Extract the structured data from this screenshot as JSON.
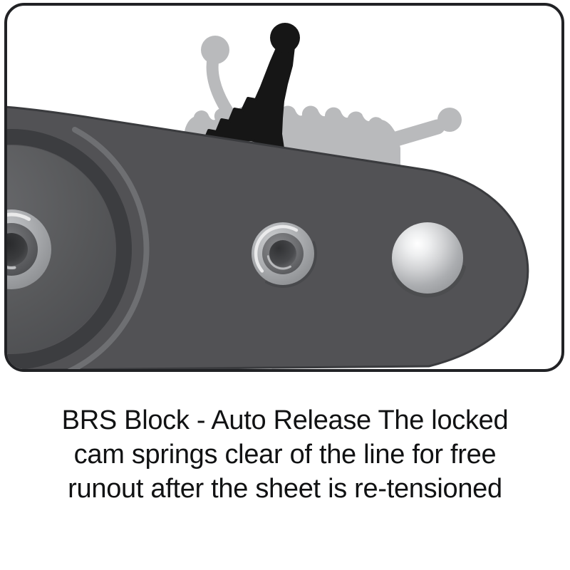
{
  "page": {
    "background_color": "#ffffff"
  },
  "figure": {
    "border_color": "#212225",
    "background_color": "#ffffff",
    "illustration": {
      "description": "block body with sheave hub, center rivet, ball stud; black release cam lever sprung upward with gray sprung-cam ghost shape behind",
      "body_color": "#525255",
      "body_outline_color": "#3a3b3e",
      "sprung_cam_color": "#b9babc",
      "release_cam_color": "#161616",
      "sheave_ring_dark_color": "#3c3d40",
      "sheave_ring_light_color": "#6e6f72",
      "metal_light_color": "#b7b9bc",
      "metal_mid_color": "#67686b",
      "metal_dark_color": "#38393c",
      "parts": [
        "block-body",
        "sheave-hub",
        "center-rivet",
        "ball-stud",
        "black-release-cam-lever",
        "gray-sprung-cam"
      ]
    }
  },
  "caption": {
    "lines": [
      "BRS Block - Auto Release The locked",
      "cam springs clear of the line for free",
      "runout after the sheet is re-tensioned"
    ],
    "full_text": "BRS Block - Auto Release The locked cam springs clear of the line for free runout after the sheet is re-tensioned"
  }
}
